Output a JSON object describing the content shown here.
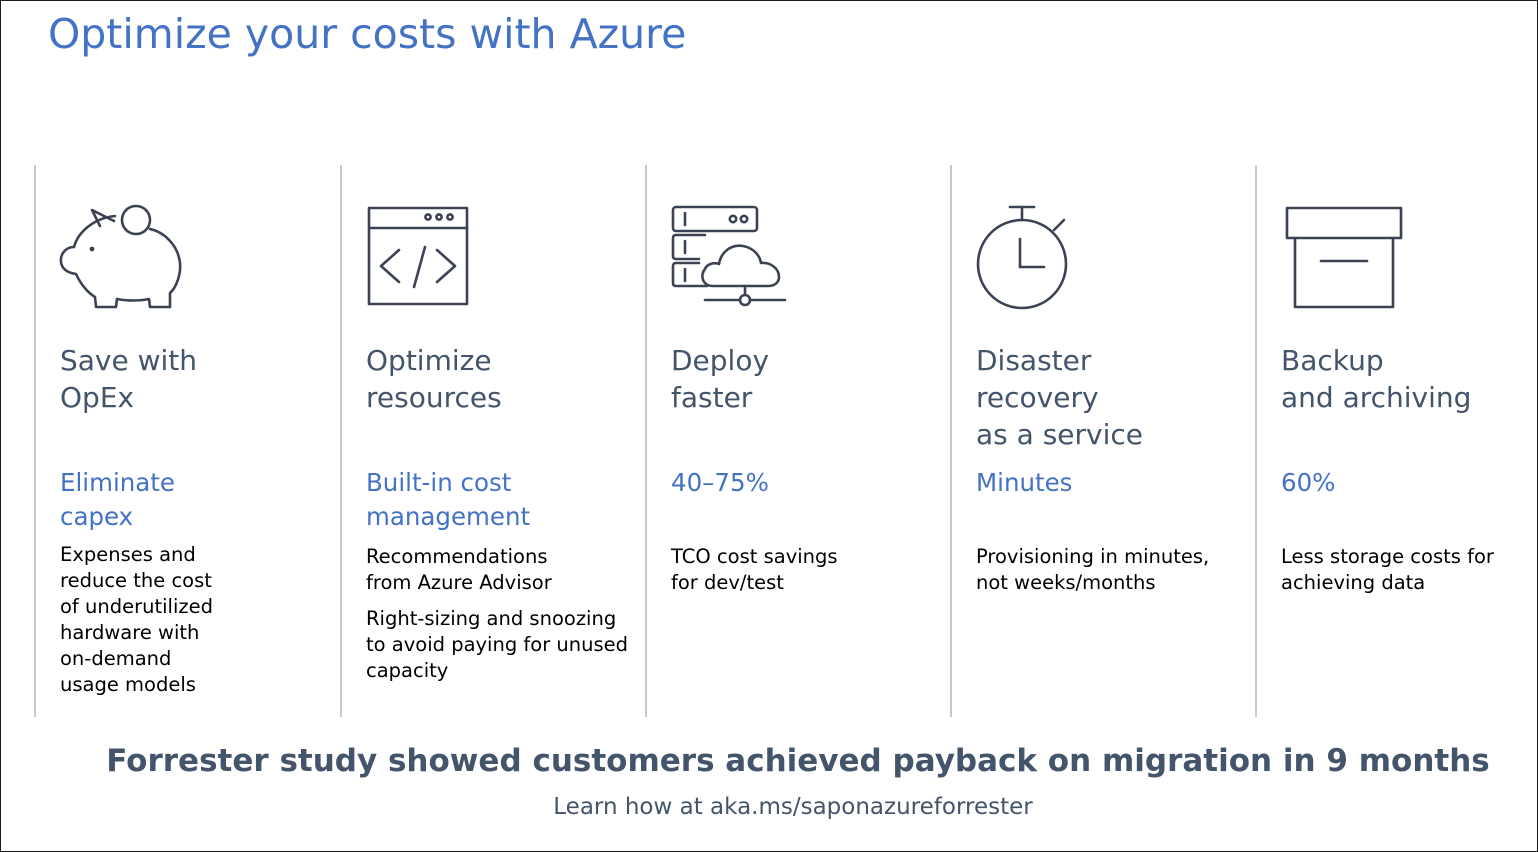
{
  "title": "Optimize your costs with Azure",
  "columns": [
    {
      "icon": "piggy-bank-icon",
      "heading": "Save with\nOpEx",
      "stat": "Eliminate\ncapex",
      "details": [
        "Expenses and\nreduce the cost\nof underutilized\nhardware with\non-demand\nusage models"
      ]
    },
    {
      "icon": "code-window-icon",
      "heading": "Optimize\nresources",
      "stat": "Built-in cost\nmanagement",
      "details": [
        "Recommendations\nfrom Azure Advisor",
        "Right-sizing and snoozing\nto avoid paying for unused\ncapacity"
      ]
    },
    {
      "icon": "server-cloud-icon",
      "heading": "Deploy\nfaster",
      "stat": "40–75%",
      "details": [
        "TCO cost savings\nfor dev/test"
      ]
    },
    {
      "icon": "stopwatch-icon",
      "heading": "Disaster\nrecovery\nas a service",
      "stat": "Minutes",
      "details": [
        "Provisioning in minutes,\nnot weeks/months"
      ]
    },
    {
      "icon": "archive-box-icon",
      "heading": "Backup\nand archiving",
      "stat": "60%",
      "details": [
        "Less storage costs for\nachieving data"
      ]
    }
  ],
  "footer": {
    "headline": "Forrester study showed customers achieved payback on migration in 9 months",
    "link_text": "Learn how at aka.ms/saponazureforrester"
  }
}
